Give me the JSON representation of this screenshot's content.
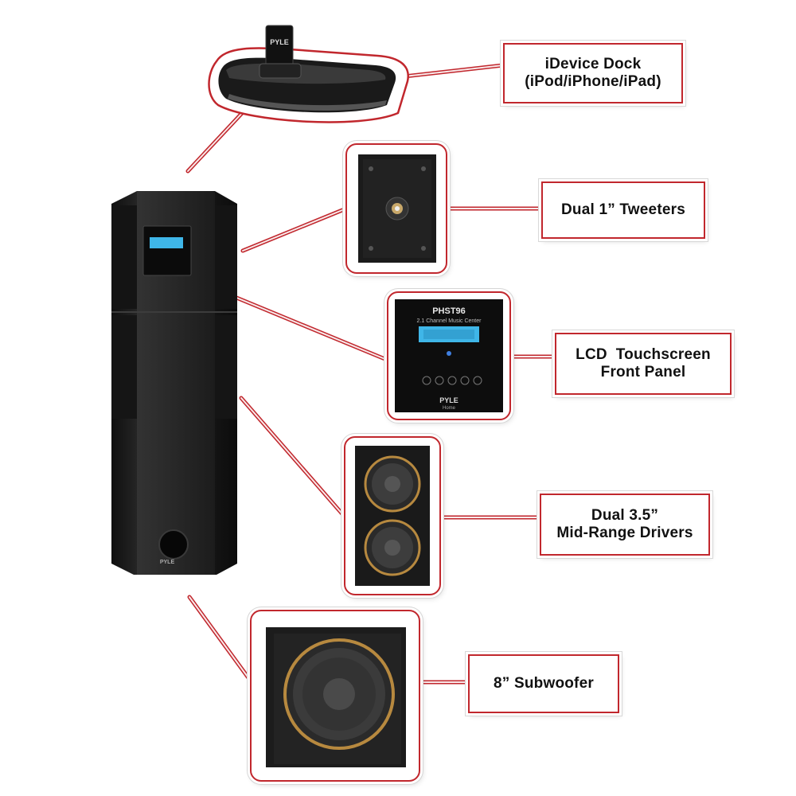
{
  "colors": {
    "accent_red": "#c1272d",
    "speaker_black": "#1b1b1b",
    "lcd_blue": "#3fb6e8",
    "cone_gold": "#b7893f"
  },
  "callouts": {
    "dock": {
      "line1": "iDevice Dock",
      "line2": "(iPod/iPhone/iPad)"
    },
    "tweeters": {
      "line1": "Dual 1” Tweeters"
    },
    "lcd": {
      "line1": "LCD  Touchscreen",
      "line2": "Front Panel"
    },
    "midrange": {
      "line1": "Dual 3.5”",
      "line2": "Mid-Range Drivers"
    },
    "subwoofer": {
      "line1": "8” Subwoofer"
    }
  },
  "lcd_panel": {
    "model": "PHST96",
    "subtitle": "2.1 Channel Music Center",
    "brand": "PYLE",
    "brand_sub": "Home"
  },
  "icons": {
    "dock": "idevice-dock-image",
    "tower": "tower-speaker-image",
    "tweeter": "tweeter-image",
    "lcd": "lcd-panel-image",
    "midrange": "midrange-drivers-image",
    "subwoofer": "subwoofer-image"
  }
}
